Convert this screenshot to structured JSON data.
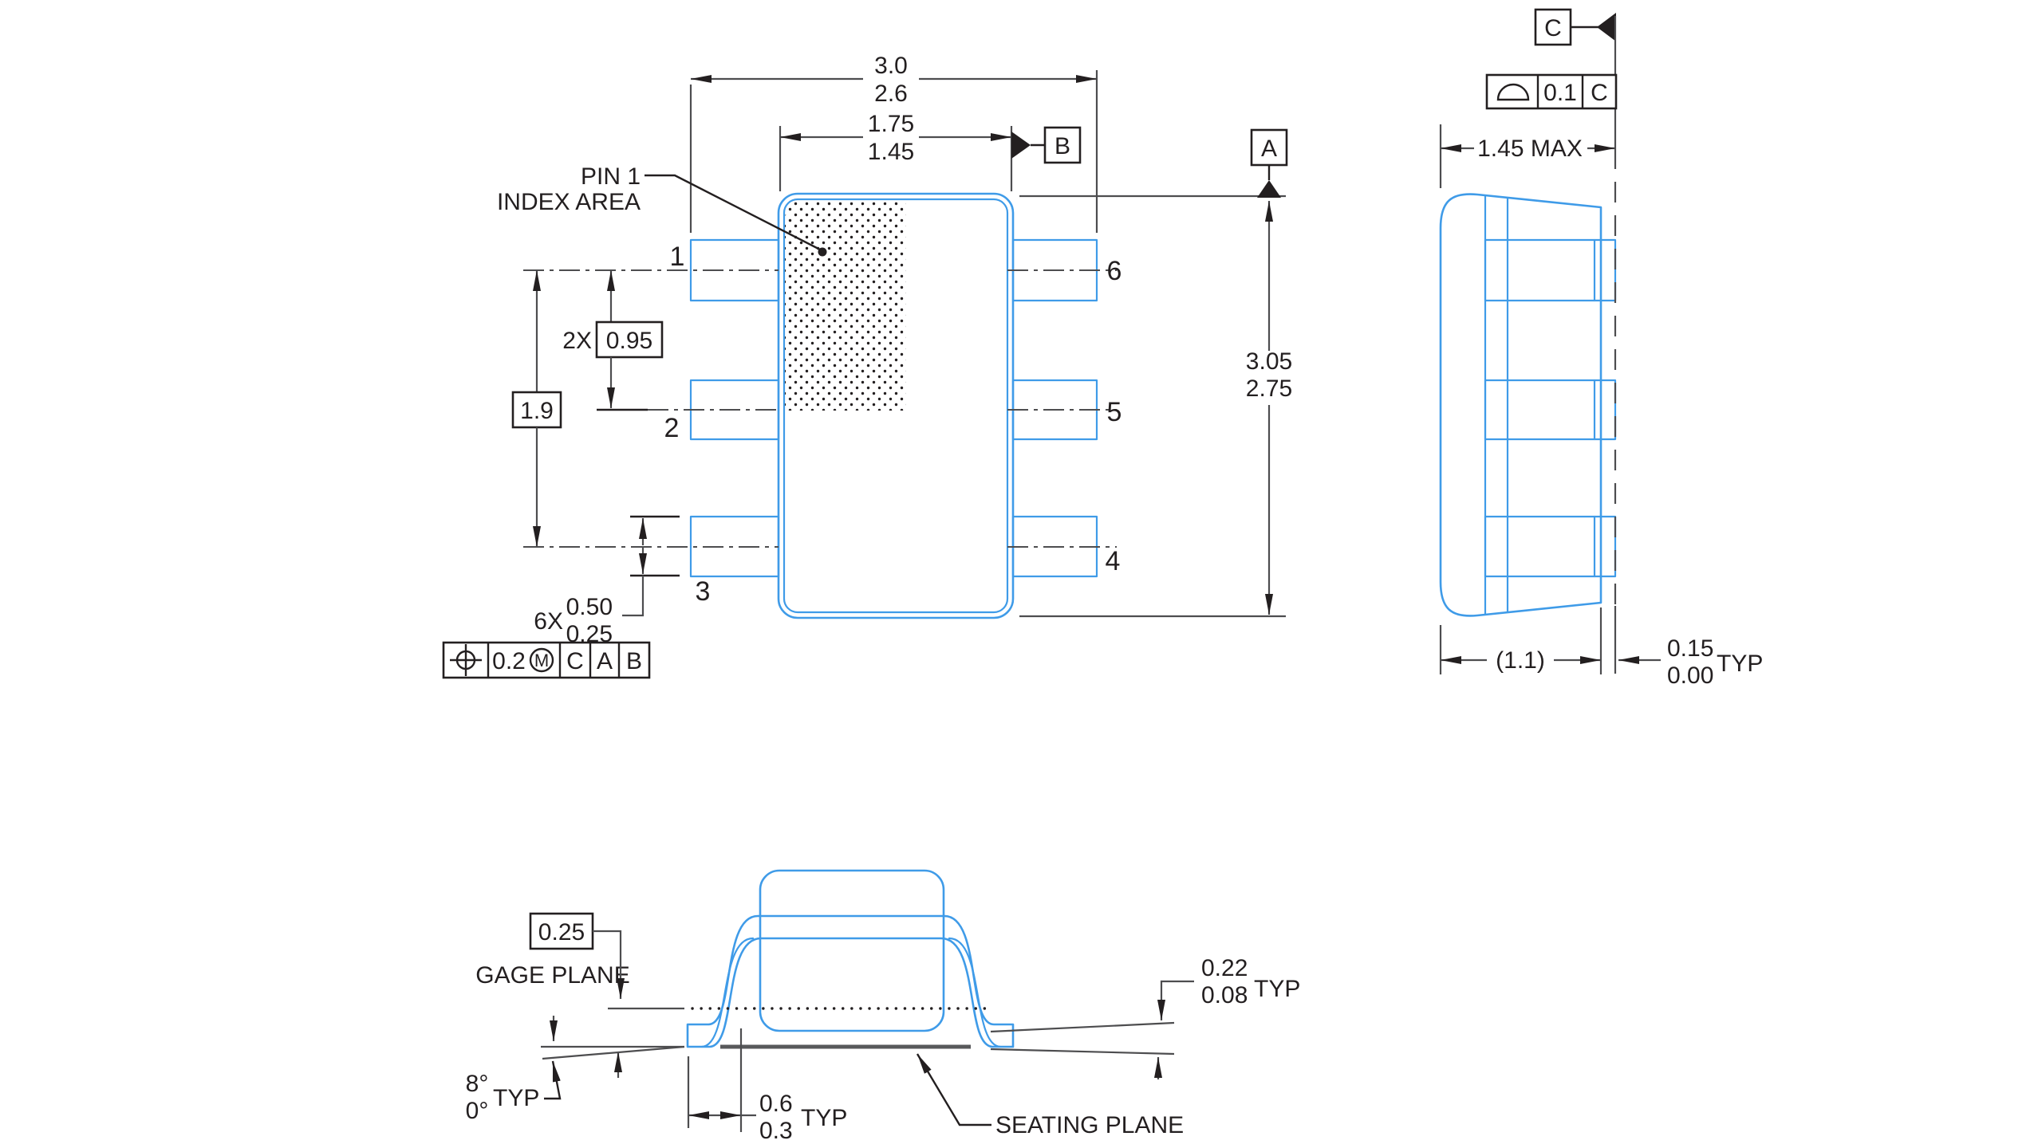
{
  "front": {
    "pin1_line1": "PIN 1",
    "pin1_line2": "INDEX AREA",
    "pins": {
      "p1": "1",
      "p2": "2",
      "p3": "3",
      "p4": "4",
      "p5": "5",
      "p6": "6"
    },
    "dim_span": {
      "max": "3.0",
      "min": "2.6"
    },
    "dim_body_w": {
      "max": "1.75",
      "min": "1.45"
    },
    "dim_body_l": {
      "max": "3.05",
      "min": "2.75"
    },
    "dim_pitch": {
      "qty": "2X",
      "val": "0.95"
    },
    "dim_row_span": "1.9",
    "dim_lead_w": {
      "qty": "6X",
      "max": "0.50",
      "min": "0.25"
    },
    "datum_a": "A",
    "datum_b": "B",
    "fcf": {
      "tol": "0.2",
      "mod": "M",
      "d1": "C",
      "d2": "A",
      "d3": "B"
    }
  },
  "side": {
    "datum_c": "C",
    "profile": {
      "tol": "0.1",
      "datum": "C"
    },
    "dim_height": "1.45 MAX",
    "dim_body_t": "(1.1)",
    "dim_tip": {
      "max": "0.15",
      "min": "0.00",
      "suffix": "TYP"
    }
  },
  "foot": {
    "gage": {
      "val": "0.25",
      "label": "GAGE PLANE"
    },
    "seating_label": "SEATING PLANE",
    "thickness": {
      "max": "0.22",
      "min": "0.08",
      "suffix": "TYP"
    },
    "angle": {
      "max": "8°",
      "min": "0°",
      "suffix": "TYP"
    },
    "foot_len": {
      "max": "0.6",
      "min": "0.3",
      "suffix": "TYP"
    }
  },
  "colors": {
    "outline_blue": "#3f9be8",
    "ink": "#231f20",
    "line_gray": "#4d4d4f"
  }
}
